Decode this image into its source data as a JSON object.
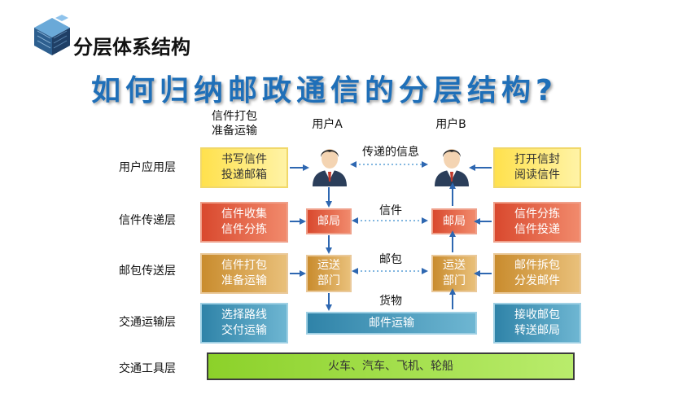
{
  "header": {
    "title": "分层体系结构"
  },
  "main_title": "如何归纳邮政通信的分层结构?",
  "note_top_left": [
    "信件打包",
    "准备运输"
  ],
  "user_a": "用户A",
  "user_b": "用户B",
  "layers": [
    "用户应用层",
    "信件传递层",
    "邮包传送层",
    "交通运输层",
    "交通工具层"
  ],
  "left_boxes": [
    [
      "书写信件",
      "投递邮箱"
    ],
    [
      "信件收集",
      "信件分拣"
    ],
    [
      "信件打包",
      "准备运输"
    ],
    [
      "选择路线",
      "交付运输"
    ]
  ],
  "right_boxes": [
    [
      "打开信封",
      "阅读信件"
    ],
    [
      "信件分拣",
      "信件投递"
    ],
    [
      "邮件拆包",
      "分发邮件"
    ],
    [
      "接收邮包",
      "转送邮局"
    ]
  ],
  "center": {
    "post_office": "邮局",
    "transport_dept": [
      "运送",
      "部门"
    ],
    "mail_transport": "邮件运输",
    "vehicles": "火车、汽车、飞机、轮船"
  },
  "flow_labels": {
    "info": "传递的信息",
    "letter": "信件",
    "parcel": "邮包",
    "goods": "货物"
  },
  "colors": {
    "title_blue": "#1f6fb8",
    "arrow_blue": "#2e67b1"
  }
}
